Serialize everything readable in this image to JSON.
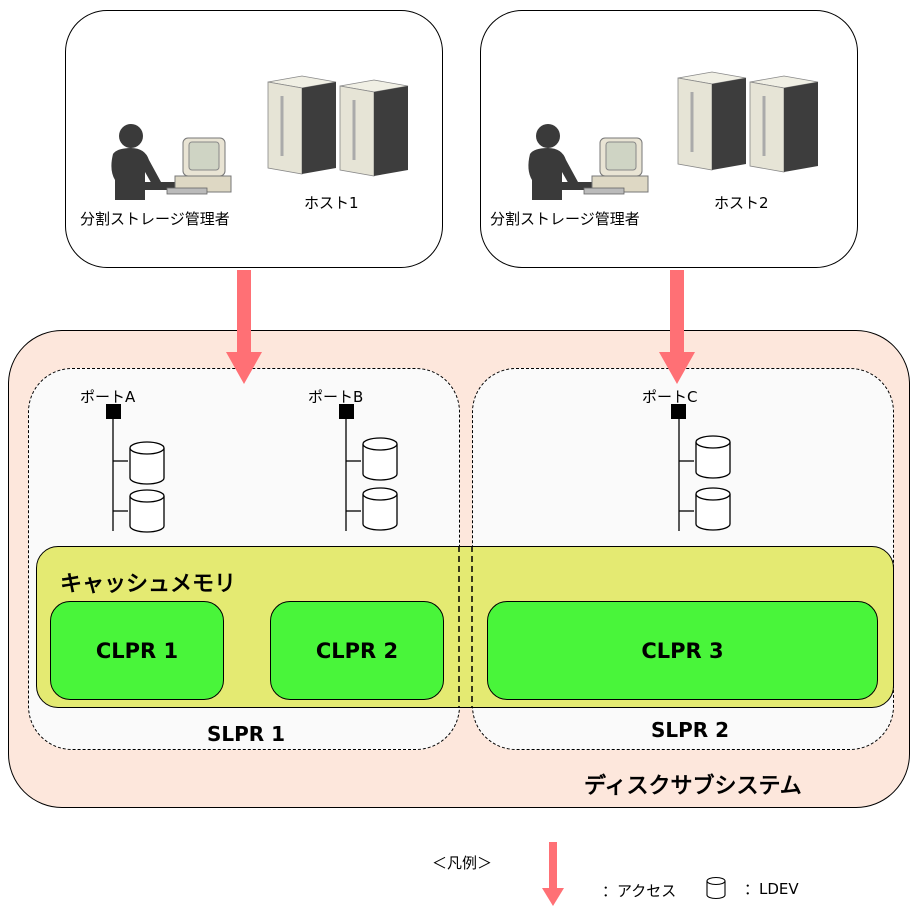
{
  "hosts": [
    {
      "admin_label": "分割ストレージ管理者",
      "host_label": "ホスト1"
    },
    {
      "admin_label": "分割ストレージ管理者",
      "host_label": "ホスト2"
    }
  ],
  "subsystem": {
    "label": "ディスクサブシステム"
  },
  "cache": {
    "label": "キャッシュメモリ"
  },
  "ports": [
    {
      "label": "ポートA"
    },
    {
      "label": "ポートB"
    },
    {
      "label": "ポートC"
    }
  ],
  "clprs": [
    {
      "label": "CLPR 1"
    },
    {
      "label": "CLPR 2"
    },
    {
      "label": "CLPR 3"
    }
  ],
  "slprs": [
    {
      "label": "SLPR 1"
    },
    {
      "label": "SLPR 2"
    }
  ],
  "legend": {
    "title": "＜凡例＞",
    "access_label": "：アクセス",
    "ldev_label": "：LDEV"
  },
  "colors": {
    "arrow": "#ff7075",
    "subsystem_bg": "#fde7dc",
    "cache_bg": "#e4ea72",
    "clpr_bg": "#49f53a"
  }
}
